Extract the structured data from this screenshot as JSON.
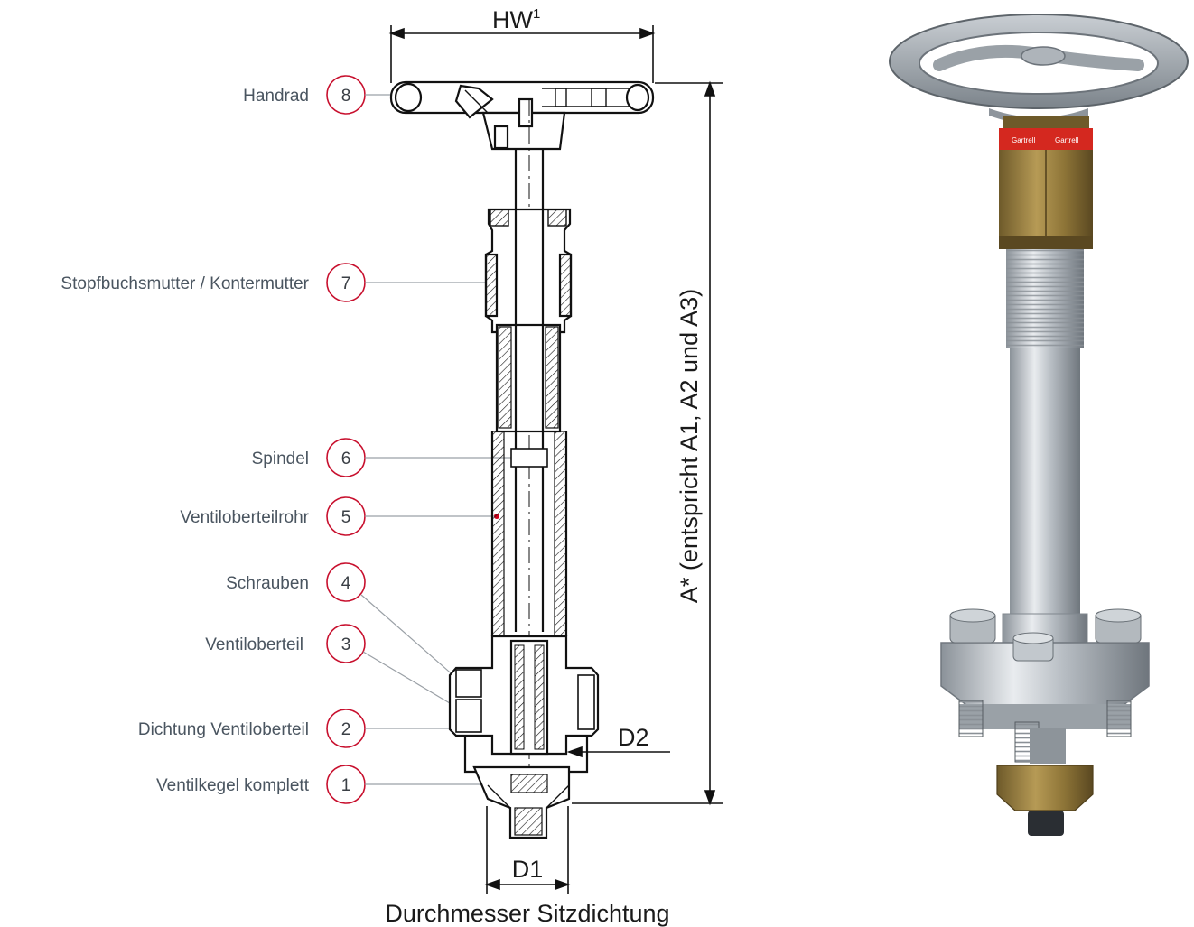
{
  "diagram": {
    "colors": {
      "callout_circle": "#c8102e",
      "leader_line": "#9aa0a6",
      "label_text": "#4a5560",
      "drawing_line": "#111111",
      "marker_dot": "#d0021b"
    },
    "callouts": [
      {
        "number": "8",
        "label": "Handrad"
      },
      {
        "number": "7",
        "label": "Stopfbuchsmutter / Kontermutter"
      },
      {
        "number": "6",
        "label": "Spindel"
      },
      {
        "number": "5",
        "label": "Ventiloberteilrohr"
      },
      {
        "number": "4",
        "label": "Schrauben"
      },
      {
        "number": "3",
        "label": "Ventiloberteil"
      },
      {
        "number": "2",
        "label": "Dichtung Ventiloberteil"
      },
      {
        "number": "1",
        "label": "Ventilkegel komplett"
      }
    ],
    "dimensions": {
      "handwheel_width": "HW",
      "handwheel_width_sup": "1",
      "height": "A* (entspricht A1, A2 und A3)",
      "d2": "D2",
      "d1": "D1",
      "seat_caption": "Durchmesser Sitzdichtung"
    },
    "photo": {
      "brand_text": "Gartrell",
      "icons": [
        "handwheel-icon",
        "valve-bonnet-icon",
        "threaded-stem-icon",
        "flange-icon",
        "bolt-icon",
        "valve-plug-icon"
      ]
    }
  }
}
